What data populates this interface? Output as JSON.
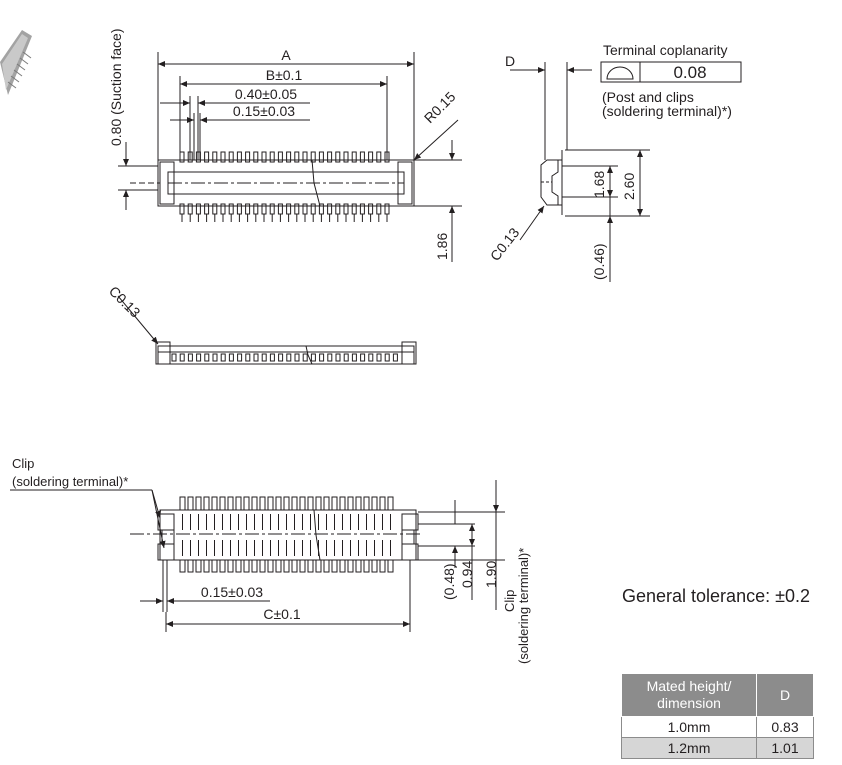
{
  "top_view": {
    "dim_a": "A",
    "dim_b": "B±0.1",
    "pitch": "0.40±0.05",
    "lead_width": "0.15±0.03",
    "suction_face": "0.80 (Suction face)",
    "radius": "R0.15",
    "depth": "1.86"
  },
  "side_view": {
    "dim_d": "D",
    "coplanarity_label": "Terminal coplanarity",
    "coplanarity_value": "0.08",
    "coplanarity_note_1": "(Post and clips",
    "coplanarity_note_2": "(soldering terminal)*)",
    "chamfer": "C0.13",
    "h1": "1.68",
    "h2": "2.60",
    "h3": "(0.46)"
  },
  "front_view": {
    "chamfer": "C0.13"
  },
  "bottom_view": {
    "clip_label_1": "Clip",
    "clip_label_2": "(soldering terminal)*",
    "lead_width": "0.15±0.03",
    "dim_c": "C±0.1",
    "d1": "(0.48)",
    "d2": "0.94",
    "d3": "1.90",
    "clip_side_1": "Clip",
    "clip_side_2": "(soldering terminal)*"
  },
  "general_tolerance": "General tolerance: ±0.2",
  "table": {
    "headers": [
      "Mated height/ dimension",
      "D"
    ],
    "rows": [
      [
        "1.0mm",
        "0.83"
      ],
      [
        "1.2mm",
        "1.01"
      ]
    ]
  }
}
